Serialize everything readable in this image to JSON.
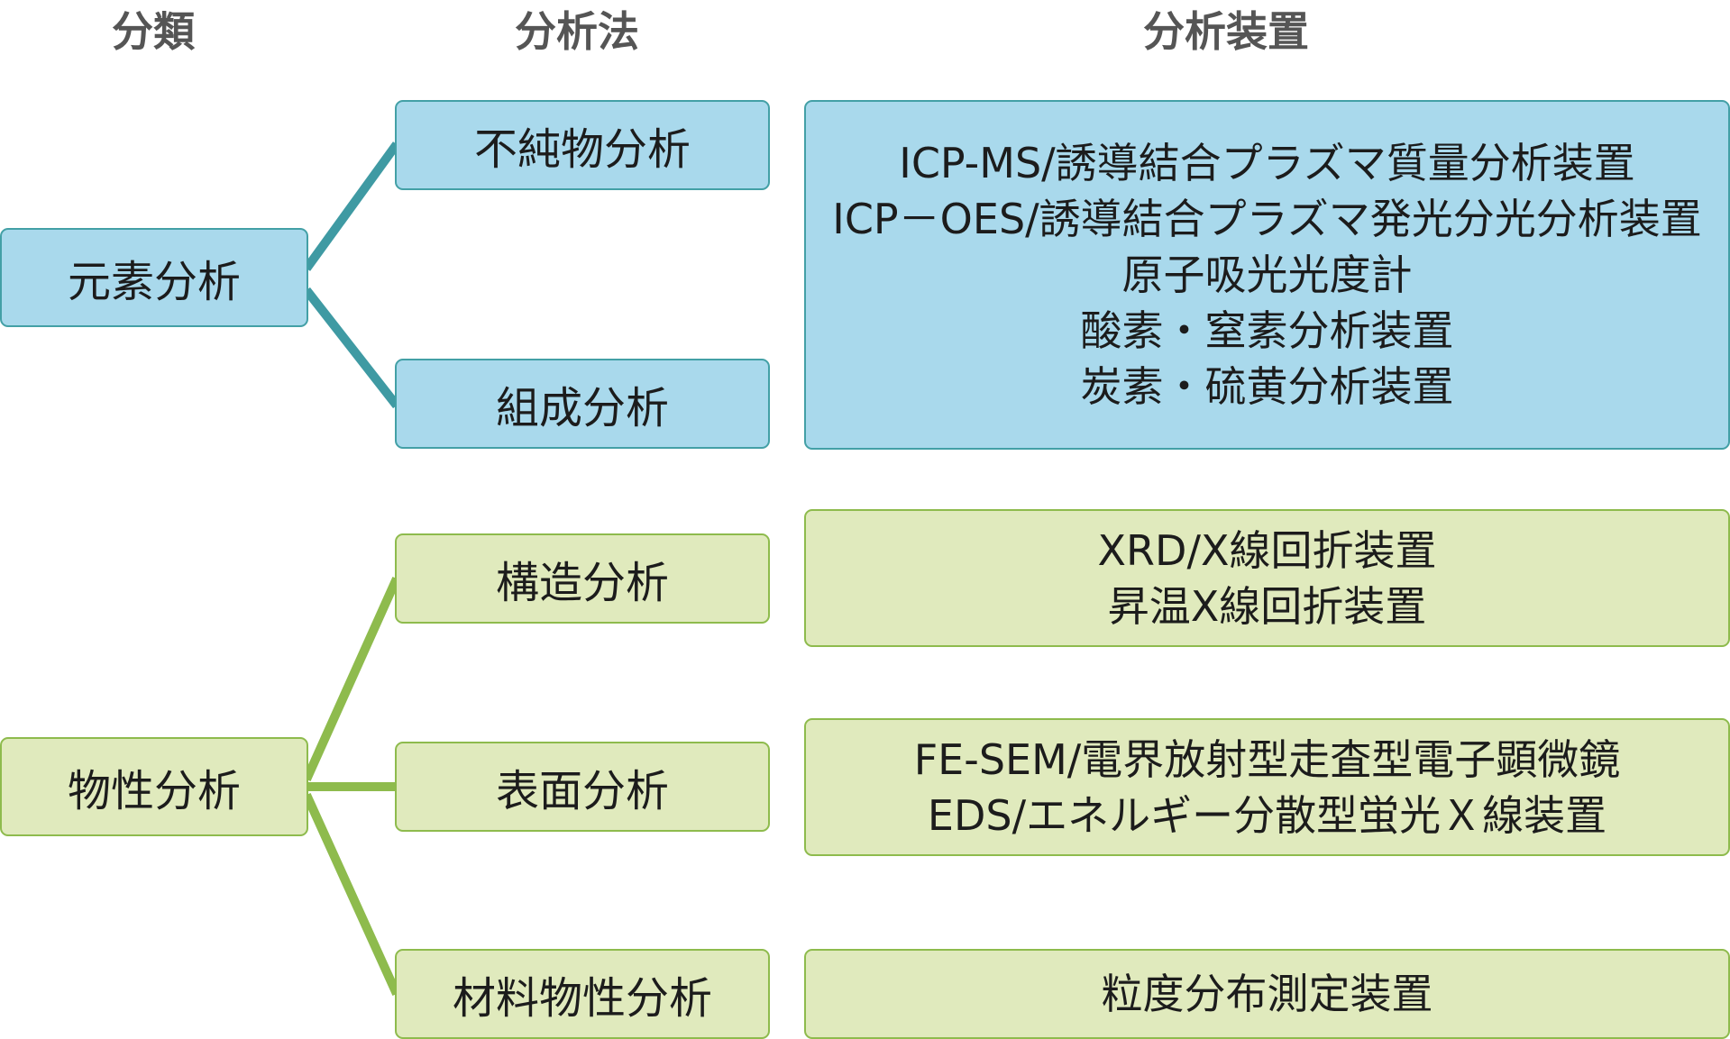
{
  "headers": {
    "classification": "分類",
    "method": "分析法",
    "equipment": "分析装置"
  },
  "colors": {
    "elemental_fill": "#a9d9ec",
    "elemental_border": "#43a0a6",
    "elemental_line": "#3f9aa3",
    "physical_fill": "#e0eabd",
    "physical_border": "#8ebb4d",
    "physical_line": "#8ebb4d",
    "header_text": "#555555"
  },
  "groups": [
    {
      "category": "元素分析",
      "methods": [
        "不純物分析",
        "組成分析"
      ],
      "equipment": [
        [
          "ICP-MS/誘導結合プラズマ質量分析装置",
          "ICP－OES/誘導結合プラズマ発光分光分析装置",
          "原子吸光光度計",
          "酸素・窒素分析装置",
          "炭素・硫黄分析装置"
        ]
      ]
    },
    {
      "category": "物性分析",
      "methods": [
        "構造分析",
        "表面分析",
        "材料物性分析"
      ],
      "equipment": [
        [
          "XRD/X線回折装置",
          "昇温X線回折装置"
        ],
        [
          "FE-SEM/電界放射型走査型電子顕微鏡",
          "EDS/エネルギー分散型蛍光Ｘ線装置"
        ],
        [
          "粒度分布測定装置"
        ]
      ]
    }
  ]
}
